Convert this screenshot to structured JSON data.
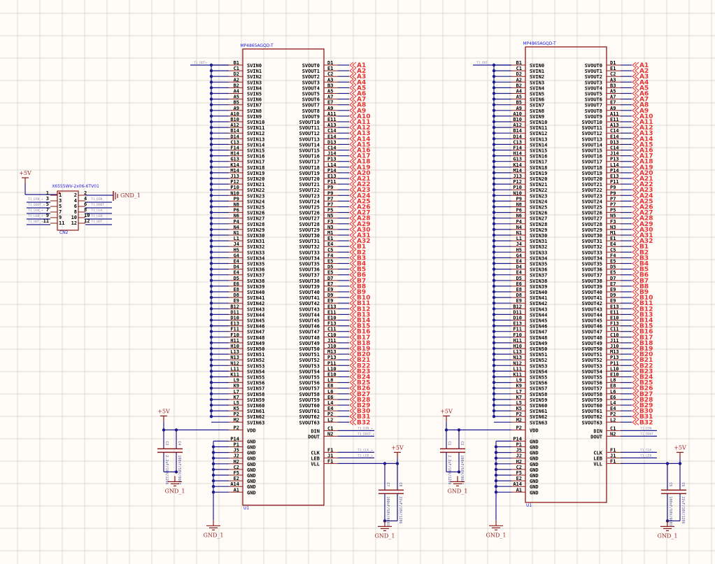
{
  "colors": {
    "background": "#fffcf7",
    "grid": "#dcdad5",
    "wire": "#1a1a8c",
    "component": "#8b1a1a",
    "net_label": "#e83232",
    "part_name": "#1a1ae8"
  },
  "chips": [
    {
      "part_number": "MP4865AGQD-T",
      "designator": "U1",
      "input_net": "T1_OUT+",
      "svin_pins": [
        "B1",
        "C1",
        "D2",
        "A2",
        "B2",
        "A4",
        "A5",
        "B5",
        "A9",
        "A10",
        "B10",
        "A12",
        "B14",
        "D14",
        "C13",
        "F14",
        "H14",
        "G13",
        "K14",
        "M14",
        "J13",
        "P12",
        "P10",
        "N10",
        "P9",
        "N8",
        "P6",
        "N6",
        "P4",
        "N4",
        "N1",
        "L1",
        "J4",
        "H5",
        "G4",
        "E4",
        "D4",
        "E4",
        "D5",
        "E6",
        "E8",
        "D8",
        "E9",
        "B12",
        "D11",
        "D10",
        "E13",
        "F11",
        "F10",
        "H11",
        "H10",
        "L13",
        "N13",
        "N12",
        "L11",
        "K11",
        "L9",
        "K9",
        "L7",
        "K7",
        "L5",
        "K5",
        "P2",
        "M2"
      ],
      "svout_pins": [
        "D1",
        "E1",
        "C2",
        "A3",
        "B3",
        "A5",
        "A7",
        "E7",
        "A9",
        "A11",
        "E11",
        "A13",
        "C14",
        "E14",
        "D13",
        "C14",
        "J14",
        "P13",
        "L14",
        "P14",
        "E13",
        "P11",
        "P9",
        "P9",
        "P7",
        "P7",
        "P5",
        "N5",
        "F3",
        "N3",
        "M1",
        "E1",
        "E4",
        "C5",
        "F4",
        "E5",
        "D5",
        "E5",
        "D7",
        "E7",
        "E9",
        "D9",
        "E9",
        "E13",
        "E11",
        "E10",
        "F13",
        "C11",
        "C10",
        "J11",
        "J10",
        "M13",
        "P13",
        "P11",
        "L10",
        "E10",
        "L8",
        "E8",
        "L6",
        "E6",
        "L4",
        "E4",
        "P2",
        "L2"
      ],
      "net_labels": [
        "A1",
        "A2",
        "A3",
        "A4",
        "A5",
        "A6",
        "A7",
        "A8",
        "A9",
        "A10",
        "A11",
        "A12",
        "A13",
        "A14",
        "A15",
        "A16",
        "A17",
        "A18",
        "A19",
        "A20",
        "A21",
        "A22",
        "A23",
        "A24",
        "A25",
        "A26",
        "A27",
        "A28",
        "A29",
        "A30",
        "A31",
        "A32",
        "B1",
        "B2",
        "B3",
        "B4",
        "B5",
        "B6",
        "B7",
        "B8",
        "B9",
        "B10",
        "B11",
        "B12",
        "B13",
        "B14",
        "B15",
        "B16",
        "B17",
        "B18",
        "B19",
        "B20",
        "B21",
        "B22",
        "B23",
        "B24",
        "B25",
        "B26",
        "B27",
        "B28",
        "B29",
        "B30",
        "B31",
        "B32"
      ],
      "vdd_pin": "P2",
      "gnd_pins": [
        "P14",
        "P1",
        "J5",
        "J2",
        "H2",
        "C2",
        "F5",
        "E2",
        "A14",
        "A1"
      ],
      "ctrl_pins": [
        {
          "name": "DIN",
          "num": "C1",
          "net": "T1_DIN_+"
        },
        {
          "name": "DOUT",
          "num": "N2",
          "net": "T1_DOUT_+"
        },
        {
          "name": "CLK",
          "num": "F1",
          "net": "T1_CLK_+"
        },
        {
          "name": "LEB",
          "num": "J1",
          "net": "T1_LEB_+"
        },
        {
          "name": "VLL",
          "num": "F1",
          "net": ""
        }
      ],
      "vdd_caps": [
        {
          "ref": "C3",
          "value": "2.2uF/16V/1206"
        },
        {
          "ref": "C4",
          "value": "100nF/50V/0603"
        }
      ],
      "vll_caps": [
        {
          "ref": "C7",
          "value": "100nF/50V/0603"
        },
        {
          "ref": "C8",
          "value": "22uF/10V/1206"
        }
      ]
    },
    {
      "part_number": "MP4865AGQD-T",
      "designator": "U1",
      "input_net": "T1_OUT_",
      "svin_pins": [
        "B1",
        "C1",
        "D2",
        "A2",
        "B2",
        "A4",
        "A5",
        "B5",
        "A9",
        "A10",
        "B10",
        "A12",
        "B14",
        "D14",
        "C13",
        "F14",
        "H14",
        "G13",
        "K14",
        "M14",
        "J13",
        "P12",
        "P10",
        "N10",
        "P9",
        "N8",
        "P6",
        "N6",
        "P4",
        "N4",
        "N1",
        "L1",
        "J4",
        "H5",
        "G4",
        "E4",
        "D4",
        "E4",
        "D5",
        "E6",
        "E8",
        "D8",
        "E9",
        "B12",
        "D11",
        "D10",
        "E13",
        "F11",
        "F10",
        "H11",
        "H10",
        "L13",
        "N13",
        "N12",
        "L11",
        "K11",
        "L9",
        "K9",
        "L7",
        "K7",
        "L5",
        "K5",
        "P2",
        "M2"
      ],
      "svout_pins": [
        "D1",
        "E1",
        "C2",
        "A3",
        "B3",
        "A5",
        "A7",
        "E7",
        "A9",
        "A11",
        "E11",
        "A13",
        "C14",
        "E14",
        "D13",
        "C14",
        "J14",
        "P13",
        "L14",
        "P14",
        "E13",
        "P11",
        "P9",
        "P9",
        "P7",
        "P7",
        "P5",
        "N5",
        "F3",
        "N3",
        "M1",
        "E1",
        "E4",
        "C5",
        "F4",
        "E5",
        "D5",
        "E5",
        "D7",
        "E7",
        "E9",
        "D9",
        "E9",
        "E13",
        "E11",
        "E10",
        "F13",
        "C11",
        "C10",
        "J11",
        "J10",
        "M13",
        "P13",
        "P11",
        "L10",
        "E10",
        "L8",
        "E8",
        "L6",
        "E6",
        "L4",
        "E4",
        "P2",
        "L2"
      ],
      "net_labels": [
        "A1",
        "A2",
        "A3",
        "A4",
        "A5",
        "A6",
        "A7",
        "A8",
        "A9",
        "A10",
        "A11",
        "A12",
        "A13",
        "A14",
        "A15",
        "A16",
        "A17",
        "A18",
        "A19",
        "A20",
        "A21",
        "A22",
        "A23",
        "A24",
        "A25",
        "A26",
        "A27",
        "A28",
        "A29",
        "A30",
        "A31",
        "A32",
        "B1",
        "B2",
        "B3",
        "B4",
        "B5",
        "B6",
        "B7",
        "B8",
        "B9",
        "B10",
        "B11",
        "B12",
        "B13",
        "B14",
        "B15",
        "B16",
        "B17",
        "B18",
        "B19",
        "B20",
        "B21",
        "B22",
        "B23",
        "B24",
        "B25",
        "B26",
        "B27",
        "B28",
        "B29",
        "B30",
        "B31",
        "B32"
      ],
      "vdd_pin": "P2",
      "gnd_pins": [
        "P14",
        "P1",
        "J5",
        "J2",
        "H2",
        "C2",
        "F5",
        "E2",
        "A14",
        "A1"
      ],
      "ctrl_pins": [
        {
          "name": "DIN",
          "num": "C1",
          "net": "T1_DIN_"
        },
        {
          "name": "DOUT",
          "num": "N2",
          "net": "T1_DOUT_"
        },
        {
          "name": "CLK",
          "num": "F1",
          "net": "T1_CLK_"
        },
        {
          "name": "LEB",
          "num": "J1",
          "net": "T1_LEB_"
        },
        {
          "name": "VLL",
          "num": "F1",
          "net": ""
        }
      ],
      "vdd_caps": [
        {
          "ref": "C1",
          "value": "2.2uF/16V/1206"
        },
        {
          "ref": "C2",
          "value": "100nF/50V/0603"
        }
      ],
      "vll_caps": [
        {
          "ref": "C5",
          "value": "100nF/50V/0603"
        },
        {
          "ref": "C6",
          "value": "22uF/10V/1206"
        }
      ]
    }
  ],
  "connector": {
    "part_number": "X6555WV-2x06-6TV01",
    "designator": "CN2",
    "power_label": "+5V",
    "ground_label": "GND_1",
    "left_pins": [
      "1",
      "3",
      "5",
      "7",
      "9",
      "11"
    ],
    "right_pins": [
      "2",
      "4",
      "6",
      "8",
      "10",
      "12"
    ],
    "left_nets": [
      "",
      "T1_DIN_+",
      "T1_DOUT_+",
      "T1_CLK_+",
      "T1_LEB_+",
      "T1_OUT_+"
    ],
    "right_nets": [
      "",
      "T1_DIN_",
      "T1_DOUT_",
      "T1_CLK_",
      "T1_LEB_",
      "T1_OUT_"
    ]
  },
  "power": {
    "vcc": "+5V",
    "gnd": "GND_1"
  },
  "pin_names": {
    "svin_prefix": "SVIN",
    "svout_prefix": "SVOUT",
    "vdd": "VDD",
    "gnd": "GND"
  }
}
